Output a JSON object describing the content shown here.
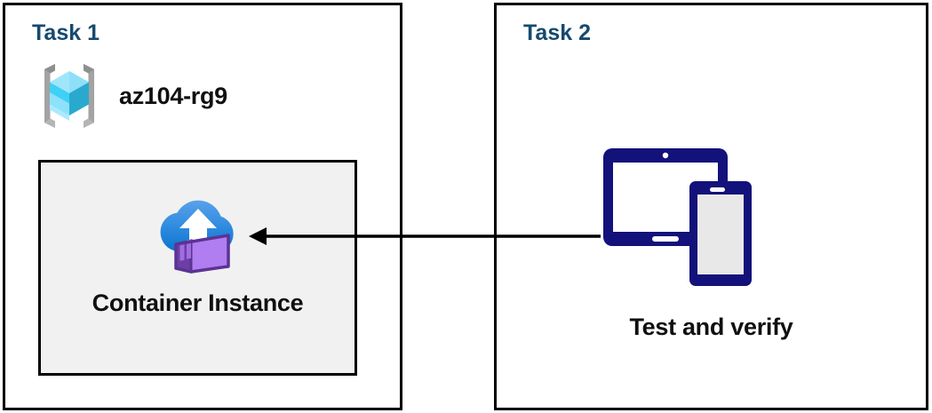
{
  "diagram": {
    "title": "Azure Container Instance task diagram",
    "background_color": "#ffffff",
    "panels": [
      {
        "id": "task1",
        "title": "Task 1",
        "title_color": "#17496f",
        "border_color": "#000000",
        "resource_group": {
          "icon": "azure-resource-group-icon",
          "name": "az104-rg9",
          "icon_colors": {
            "bracket": "#a3a3a3",
            "bracket_shadow": "#8c8c8c",
            "cube_top": "#9fe6fb",
            "cube_left": "#36ccf5",
            "cube_right": "#2aa9cf",
            "cube_bottom_left": "#b9ecfc"
          }
        },
        "resource": {
          "icon": "azure-container-instance-icon",
          "label": "Container Instance",
          "box_fill": "#f1f1f1",
          "box_border": "#000000",
          "icon_colors": {
            "cloud_top": "#4f9ae8",
            "cloud_bottom": "#0f7ad0",
            "arrow": "#ffffff",
            "container_front": "#b07ef0",
            "container_side": "#6b3fa6",
            "container_slats": "#9a66d6"
          }
        }
      },
      {
        "id": "task2",
        "title": "Task 2",
        "title_color": "#17496f",
        "border_color": "#000000",
        "resource": {
          "icon": "devices-tablet-phone-icon",
          "label": "Test and verify",
          "icon_color": "#12127a",
          "phone_screen_color": "#e8e8e8",
          "tablet_screen_color": "#ffffff"
        }
      }
    ],
    "connector": {
      "name": "arrow-task2-to-task1",
      "direction": "right-to-left",
      "from": "Test and verify",
      "to": "Container Instance",
      "color": "#000000"
    }
  }
}
